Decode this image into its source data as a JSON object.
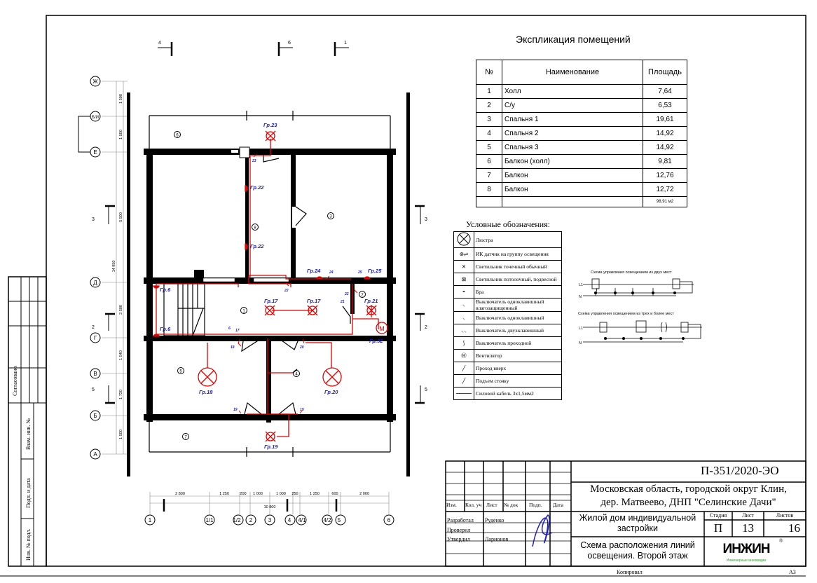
{
  "explication": {
    "title": "Экспликация помещений",
    "headers": [
      "№",
      "Наименование",
      "Площадь"
    ],
    "rows": [
      {
        "no": "1",
        "name": "Холл",
        "area": "7,64"
      },
      {
        "no": "2",
        "name": "С/у",
        "area": "6,53"
      },
      {
        "no": "3",
        "name": "Спальня 1",
        "area": "19,61"
      },
      {
        "no": "4",
        "name": "Спальня 2",
        "area": "14,92"
      },
      {
        "no": "5",
        "name": "Спальня 3",
        "area": "14,92"
      },
      {
        "no": "6",
        "name": "Балкон (холл)",
        "area": "9,81"
      },
      {
        "no": "7",
        "name": "Балкон",
        "area": "12,76"
      },
      {
        "no": "8",
        "name": "Балкон",
        "area": "12,72"
      }
    ],
    "total": "98,91 м2"
  },
  "legend": {
    "title": "Условные обозначения:",
    "items": [
      "Люстра",
      "ИК датчик на группу освещения",
      "Светильник точечный обычный",
      "Светильник потолочный, подвесной",
      "Бра",
      "Выключатель одноклавишный влагозащищенный",
      "Выключатель одноклавишный",
      "Выключатель двухклавишный",
      "Выключатель проходной",
      "Вентилятор",
      "Проход вверх",
      "Подъем стояку",
      "Силовой кабель 3х1,5мм2"
    ]
  },
  "schemes": {
    "two_places": "Схема управления освещением из двух мест",
    "three_places": "Схема управления освещением из трех и более мест",
    "l1": "L1",
    "n": "N"
  },
  "plan": {
    "axes_rows": [
      "Ж",
      "Б/И",
      "Е",
      "Д",
      "Г",
      "В",
      "Б",
      "А"
    ],
    "axes_cols": [
      "1",
      "1/1",
      "1/2",
      "2",
      "3",
      "4",
      "4/1",
      "4/2",
      "5",
      "6"
    ],
    "dims_bottom": [
      "2 800",
      "1 250",
      "200",
      "1 000",
      "1 000",
      "250",
      "1 250",
      "600",
      "2 000"
    ],
    "dim_total_bottom": "10 800",
    "dims_left": [
      "1 500",
      "1 500",
      "5 500",
      "2 500",
      "1 540",
      "1 720",
      "1 500"
    ],
    "dim_total_left": "14 950",
    "section_marks": [
      "4",
      "6",
      "1",
      "3",
      "2",
      "5",
      "3",
      "2",
      "5"
    ],
    "room_marks": [
      "1",
      "2",
      "3",
      "4",
      "5",
      "6",
      "7",
      "8"
    ],
    "groups": {
      "g23": "Гр.23",
      "g22a": "Гр.22",
      "g22b": "Гр.22",
      "g24": "Гр.24",
      "g25": "Гр.25",
      "g6a": "Гр.6",
      "g6b": "Гр.6",
      "g17a": "Гр.17",
      "g17b": "Гр.17",
      "g21": "Гр.21",
      "g92": "Гр.92",
      "g18": "Гр.18",
      "g20": "Гр.20",
      "g19": "Гр.19"
    },
    "switch_marks": [
      "23",
      "24",
      "25",
      "22",
      "22",
      "21",
      "6",
      "17",
      "18",
      "20",
      "19",
      "19"
    ],
    "fan_label": "M"
  },
  "title_block": {
    "code": "П-351/2020-ЭО",
    "address_line1": "Московская область, городской округ Клин,",
    "address_line2": "дер. Матвеево, ДНП \"Селинские Дачи\"",
    "object_line1": "Жилой дом индивидуальной",
    "object_line2": "застройки",
    "sheet_title_line1": "Схема расположения линий",
    "sheet_title_line2": "освещения. Второй этаж",
    "col_headers": [
      "Изм.",
      "Кол. уч",
      "Лист",
      "№ док",
      "Подп.",
      "Дата"
    ],
    "stage_label": "Стадия",
    "sheet_label": "Лист",
    "sheets_label": "Листов",
    "stage": "П",
    "sheet": "13",
    "sheets": "16",
    "roles": [
      {
        "role": "Разработал",
        "name": "Руденко"
      },
      {
        "role": "Проверил",
        "name": ""
      },
      {
        "role": "Утвердил",
        "name": "Ларионов"
      }
    ],
    "logo": "ИНЖИН",
    "logo_sub": "Инженерные инновации",
    "copied": "Копировал",
    "format": "А3"
  },
  "margin_stamp": {
    "agreed": "Согласовано",
    "inv_replace": "Взам. инв. №",
    "sign_date": "Подп. и дата",
    "inv_orig": "Инв. № подл."
  },
  "colors": {
    "cable": "#e00000",
    "group_label": "#1a1acc",
    "walls": "#000000",
    "logo_green": "#2a9a2a"
  }
}
